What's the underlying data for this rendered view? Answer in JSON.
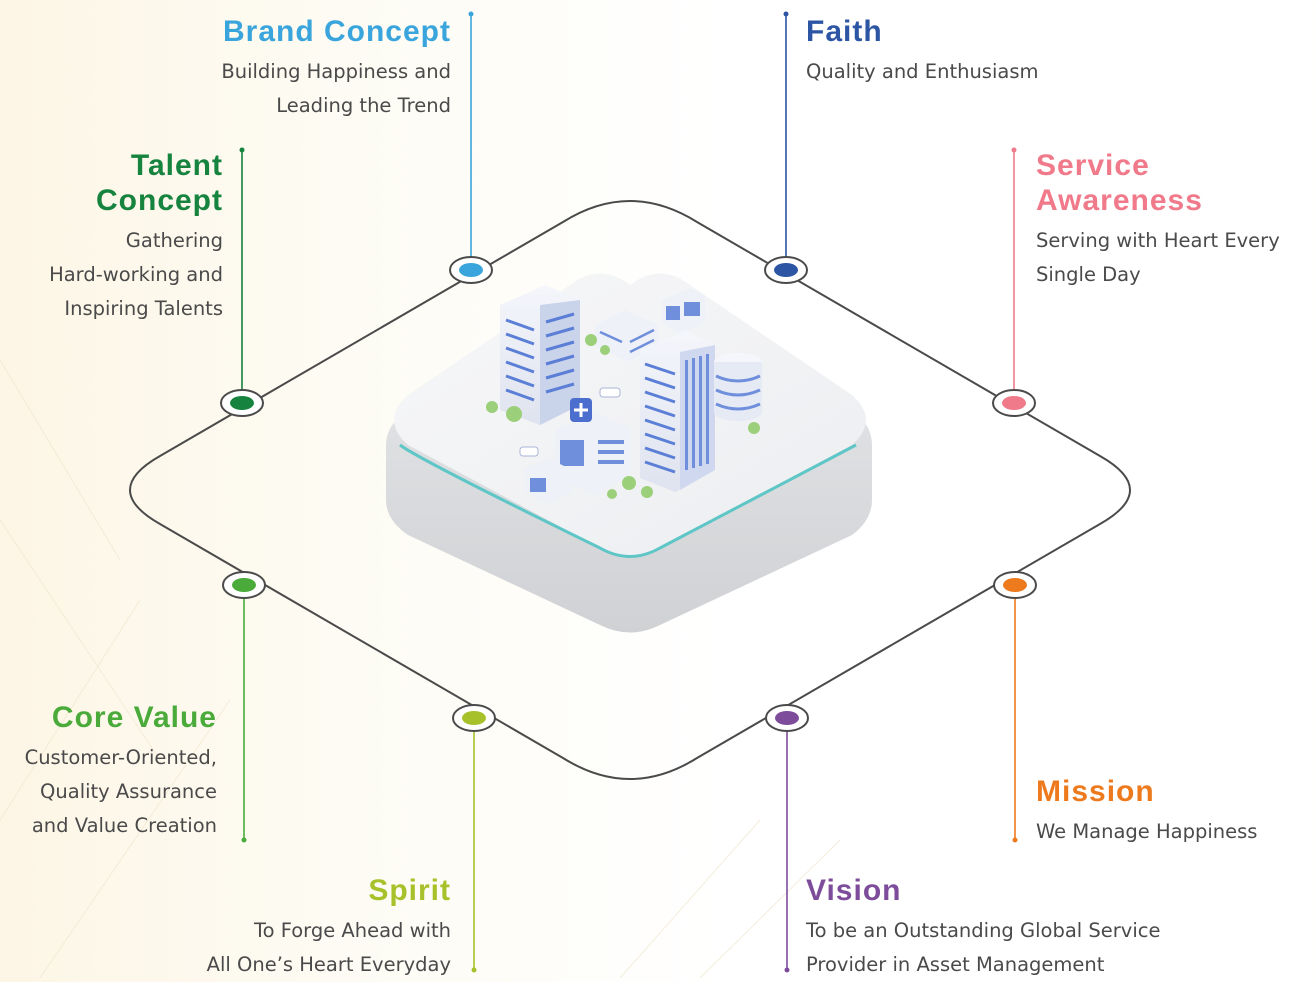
{
  "colors": {
    "brand": "#3aa5dc",
    "faith": "#2c56a3",
    "talent": "#16833f",
    "service": "#f0798a",
    "core": "#4aaa3a",
    "mission": "#ee7a1e",
    "spirit": "#a7c12a",
    "vision": "#7d4d9c",
    "ring": "#4a4a4a"
  },
  "nodes": {
    "brand_concept": {
      "title": "Brand Concept",
      "desc": [
        "Building Happiness and",
        "Leading the Trend"
      ]
    },
    "faith": {
      "title": "Faith",
      "desc": [
        "Quality and Enthusiasm"
      ]
    },
    "talent_concept": {
      "title": [
        "Talent",
        "Concept"
      ],
      "desc": [
        "Gathering",
        "Hard-working and",
        "Inspiring Talents"
      ]
    },
    "service_awareness": {
      "title": [
        "Service",
        "Awareness"
      ],
      "desc": [
        "Serving with Heart Every",
        "Single Day"
      ]
    },
    "core_value": {
      "title": "Core Value",
      "desc": [
        "Customer-Oriented,",
        "Quality  Assurance",
        "and Value Creation"
      ]
    },
    "mission": {
      "title": "Mission",
      "desc": [
        "We Manage Happiness"
      ]
    },
    "spirit": {
      "title": "Spirit",
      "desc": [
        "To Forge Ahead with",
        "All One’s Heart Everyday"
      ]
    },
    "vision": {
      "title": "Vision",
      "desc": [
        "To be an Outstanding Global Service",
        "Provider in Asset Management"
      ]
    }
  }
}
